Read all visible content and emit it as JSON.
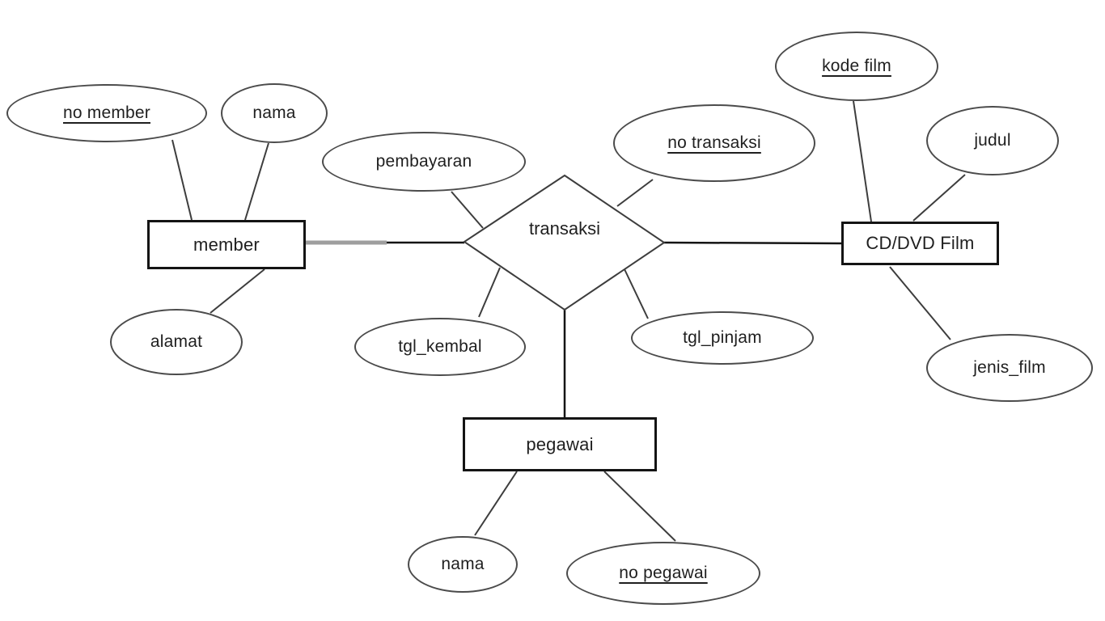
{
  "diagram": {
    "type": "entity-relationship-diagram",
    "colors": {
      "background": "#ffffff",
      "shape_fill": "#ffffff",
      "stroke": "#3d3d3d",
      "text": "#1f1f1f",
      "highlight_segment": "#9e9e9e"
    },
    "entities": [
      {
        "id": "member",
        "label": "member"
      },
      {
        "id": "cd-dvd-film",
        "label": "CD/DVD Film"
      },
      {
        "id": "pegawai",
        "label": "pegawai"
      }
    ],
    "relationship": {
      "id": "transaksi",
      "label": "transaksi"
    },
    "attributes": [
      {
        "id": "no-member",
        "label": "no member",
        "key": true,
        "attached_to": "member"
      },
      {
        "id": "nama-member",
        "label": "nama",
        "key": false,
        "attached_to": "member"
      },
      {
        "id": "alamat",
        "label": "alamat",
        "key": false,
        "attached_to": "member"
      },
      {
        "id": "pembayaran",
        "label": "pembayaran",
        "key": false,
        "attached_to": "transaksi"
      },
      {
        "id": "no-transaksi",
        "label": "no transaksi",
        "key": true,
        "attached_to": "transaksi"
      },
      {
        "id": "tgl-kembal",
        "label": "tgl_kembal",
        "key": false,
        "attached_to": "transaksi"
      },
      {
        "id": "tgl-pinjam",
        "label": "tgl_pinjam",
        "key": false,
        "attached_to": "transaksi"
      },
      {
        "id": "kode-film",
        "label": "kode film",
        "key": true,
        "attached_to": "cd-dvd-film"
      },
      {
        "id": "judul",
        "label": "judul",
        "key": false,
        "attached_to": "cd-dvd-film"
      },
      {
        "id": "jenis-film",
        "label": "jenis_film",
        "key": false,
        "attached_to": "cd-dvd-film"
      },
      {
        "id": "nama-pegawai",
        "label": "nama",
        "key": false,
        "attached_to": "pegawai"
      },
      {
        "id": "no-pegawai",
        "label": "no pegawai",
        "key": true,
        "attached_to": "pegawai"
      }
    ]
  }
}
